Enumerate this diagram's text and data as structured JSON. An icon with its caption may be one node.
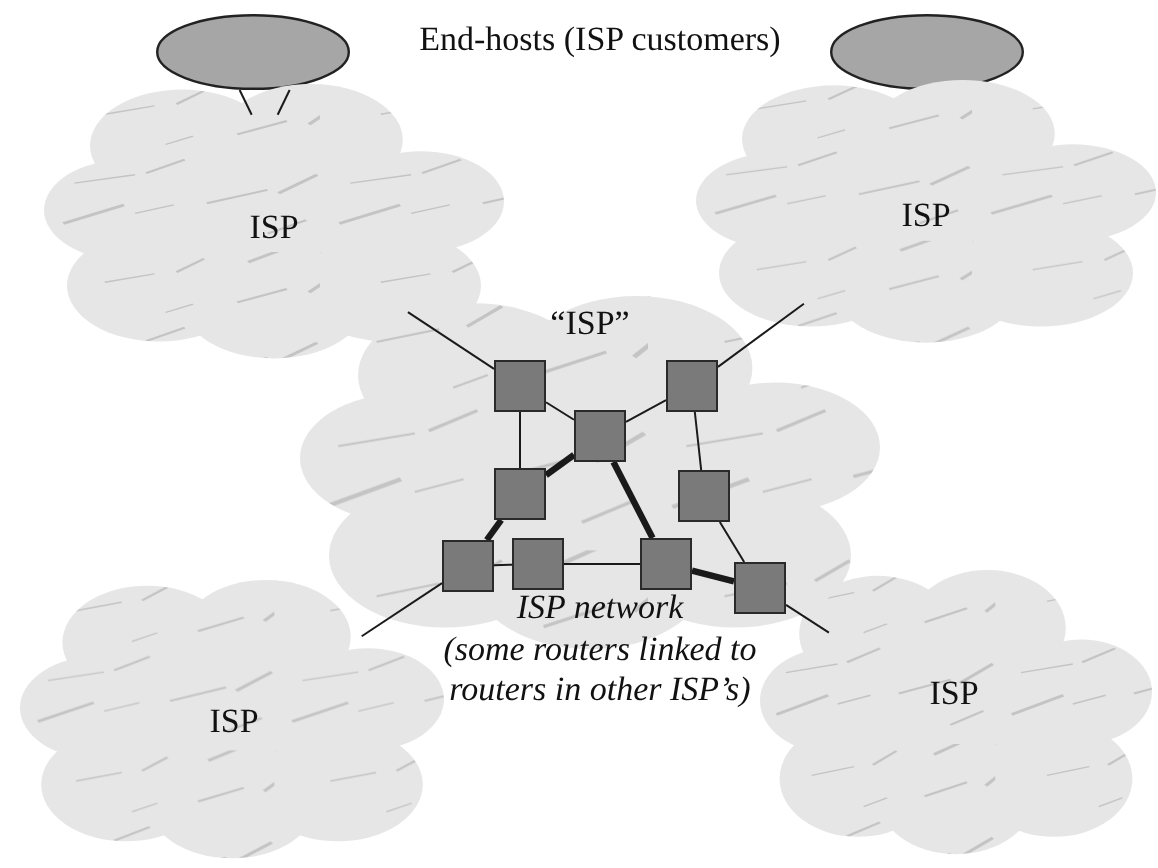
{
  "diagram": {
    "nodes": [
      {
        "text": [],
        "shape": "ellipse"
      },
      {
        "text": [],
        "shape": "ellipse"
      },
      {
        "text": [
          "ISP"
        ]
      },
      {
        "text": [
          "ISP"
        ]
      },
      {
        "text": [
          "“ISP”",
          "ISP network",
          "(some routers linked to routers in other ISP’s)"
        ]
      },
      {
        "text": [],
        "shape": "box",
        "in": 4
      },
      {
        "text": [],
        "shape": "box",
        "in": 4
      },
      {
        "text": [],
        "shape": "box",
        "in": 4
      },
      {
        "text": [],
        "shape": "box",
        "in": 4
      },
      {
        "text": [],
        "shape": "box",
        "in": 4
      },
      {
        "text": [],
        "shape": "box",
        "in": 4
      },
      {
        "text": [],
        "shape": "box",
        "in": 4
      },
      {
        "text": [],
        "shape": "box",
        "in": 4
      },
      {
        "text": [],
        "shape": "box",
        "in": 4
      },
      {
        "text": [
          "ISP"
        ]
      },
      {
        "text": [
          "ISP"
        ]
      }
    ],
    "edges": [
      {
        "from": 0,
        "to": 2,
        "arrow": "none"
      },
      {
        "from": 0,
        "to": 2,
        "arrow": "none"
      },
      {
        "from": 2,
        "to": 5,
        "arrow": "none"
      },
      {
        "from": 3,
        "to": 7,
        "arrow": "none"
      },
      {
        "from": 5,
        "to": 6,
        "arrow": "none"
      },
      {
        "from": 6,
        "to": 7,
        "arrow": "none"
      },
      {
        "from": 5,
        "to": 8,
        "arrow": "none"
      },
      {
        "from": 6,
        "to": 8,
        "arrow": "none",
        "style": "thick"
      },
      {
        "from": 7,
        "to": 9,
        "arrow": "none"
      },
      {
        "from": 8,
        "to": 10,
        "arrow": "none",
        "style": "thick"
      },
      {
        "from": 10,
        "to": 11,
        "arrow": "none"
      },
      {
        "from": 11,
        "to": 12,
        "arrow": "none"
      },
      {
        "from": 6,
        "to": 12,
        "arrow": "none",
        "style": "thick"
      },
      {
        "from": 12,
        "to": 13,
        "arrow": "none",
        "style": "thick"
      },
      {
        "from": 9,
        "to": 13,
        "arrow": "none"
      },
      {
        "from": 14,
        "to": 10,
        "arrow": "none"
      },
      {
        "from": 13,
        "to": 15,
        "arrow": "none"
      }
    ],
    "labels": [
      "End-hosts (ISP customers)"
    ]
  }
}
